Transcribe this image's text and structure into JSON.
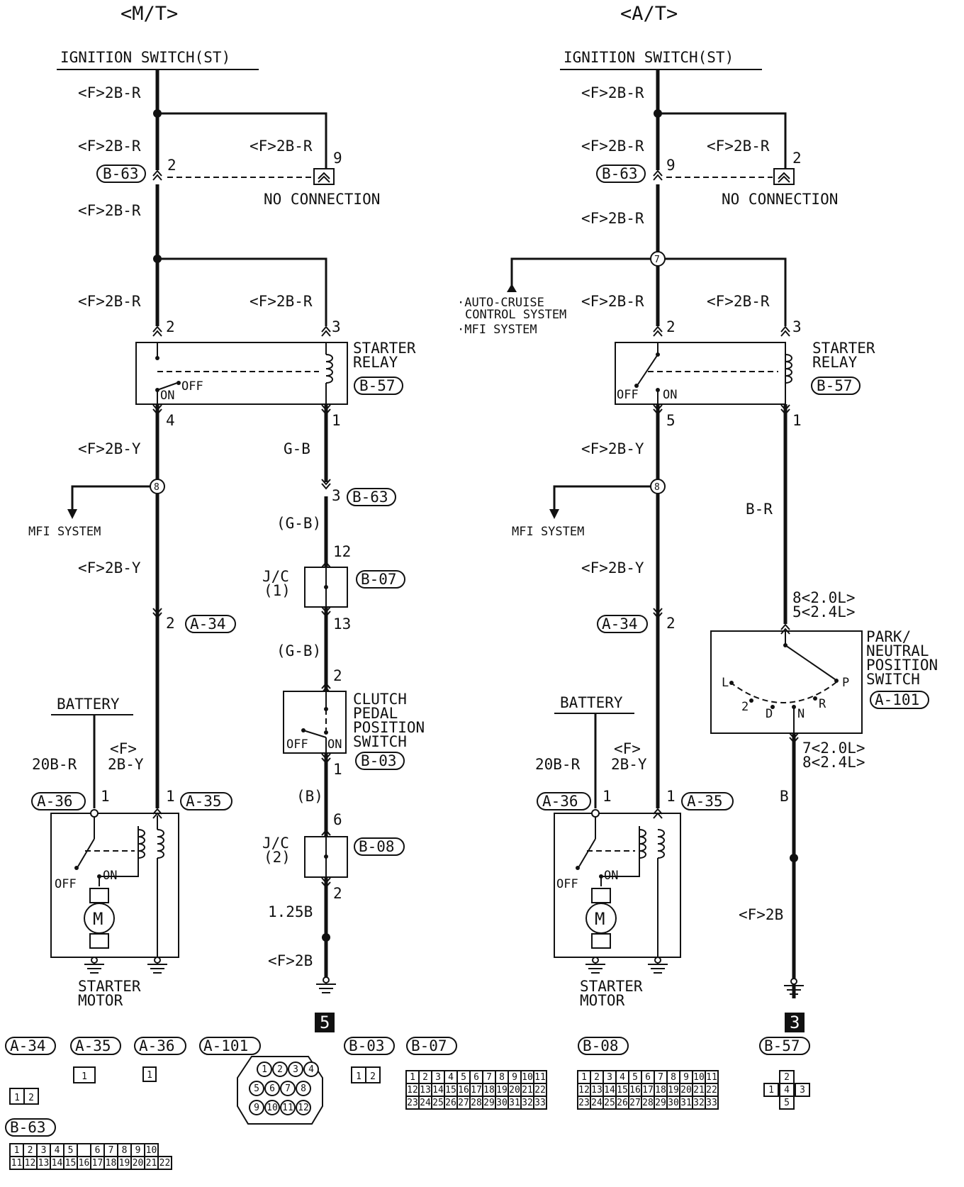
{
  "mt": {
    "heading": "<M/T>",
    "ign": "IGNITION SWITCH(ST)",
    "w_f2br": "<F>2B-R",
    "w_f2by": "<F>2B-Y",
    "b63": "B-63",
    "b57": "B-57",
    "b07": "B-07",
    "b08": "B-08",
    "b03": "B-03",
    "a34": "A-34",
    "a35": "A-35",
    "a36": "A-36",
    "pin2": "2",
    "pin9": "9",
    "pin3": "3",
    "pin4": "4",
    "pin1": "1",
    "pin12": "12",
    "pin13": "13",
    "pin6": "6",
    "no_conn": "NO CONNECTION",
    "relay1": "STARTER",
    "relay2": "RELAY",
    "off": "OFF",
    "on": "ON",
    "gb": "G-B",
    "gb_p": "(G-B)",
    "b_p": "(B)",
    "mfi": "MFI SYSTEM",
    "jc1a": "J/C",
    "jc1b": "(1)",
    "jc2a": "J/C",
    "jc2b": "(2)",
    "clutch1": "CLUTCH",
    "clutch2": "PEDAL",
    "clutch3": "POSITION",
    "clutch4": "SWITCH",
    "battery": "BATTERY",
    "w20br": "20B-R",
    "wf": "<F>",
    "w2by": "2B-Y",
    "motor1": "STARTER",
    "motor2": "MOTOR",
    "m": "M",
    "w125b": "1.25B",
    "wf2b": "<F>2B",
    "ground_no": "5"
  },
  "at": {
    "heading": "<A/T>",
    "ign": "IGNITION SWITCH(ST)",
    "w_f2br": "<F>2B-R",
    "w_f2by": "<F>2B-Y",
    "b63": "B-63",
    "b57": "B-57",
    "a34": "A-34",
    "a35": "A-35",
    "a36": "A-36",
    "a101": "A-101",
    "pin9": "9",
    "pin2": "2",
    "pin3": "3",
    "pin5": "5",
    "pin1": "1",
    "node7": "7",
    "node8": "8",
    "no_conn": "NO CONNECTION",
    "cruise1": "·AUTO-CRUISE",
    "cruise2": "CONTROL SYSTEM",
    "cruise3": "·MFI SYSTEM",
    "relay1": "STARTER",
    "relay2": "RELAY",
    "off": "OFF",
    "on": "ON",
    "mfi": "MFI SYSTEM",
    "br": "B-R",
    "p8": "8<2.0L>",
    "p5": "5<2.4L>",
    "pn1": "PARK/",
    "pn2": "NEUTRAL",
    "pn3": "POSITION",
    "pn4": "SWITCH",
    "pl": "L",
    "p2": "2",
    "pd": "D",
    "pn": "N",
    "pr": "R",
    "pp": "P",
    "p7": "7<2.0L>",
    "p8b": "8<2.4L>",
    "b": "B",
    "battery": "BATTERY",
    "w20br": "20B-R",
    "wf": "<F>",
    "w2by": "2B-Y",
    "motor1": "STARTER",
    "motor2": "MOTOR",
    "m": "M",
    "wf2b": "<F>2B",
    "ground_no": "3"
  },
  "legend": {
    "a34": "A-34",
    "a35": "A-35",
    "a36": "A-36",
    "a101": "A-101",
    "b03": "B-03",
    "b07": "B-07",
    "b08": "B-08",
    "b57": "B-57",
    "b63": "B-63",
    "a34_pins": [
      "1",
      "2"
    ],
    "a35_pins": [
      "1"
    ],
    "a36_pins": [
      "1"
    ],
    "a101_row1": [
      "1",
      "2",
      "3",
      "4"
    ],
    "a101_row2": [
      "5",
      "6",
      "7",
      "8"
    ],
    "a101_row3": [
      "9",
      "10",
      "11",
      "12"
    ],
    "b03_pins": [
      "1",
      "2"
    ],
    "b07_row1": [
      "1",
      "2",
      "3",
      "4",
      "5",
      "6",
      "7",
      "8",
      "9",
      "10",
      "11"
    ],
    "b07_row2": [
      "12",
      "13",
      "14",
      "15",
      "16",
      "17",
      "18",
      "19",
      "20",
      "21",
      "22"
    ],
    "b07_row3": [
      "23",
      "24",
      "25",
      "26",
      "27",
      "28",
      "29",
      "30",
      "31",
      "32",
      "33"
    ],
    "b57_pins": [
      "1",
      "2",
      "3",
      "4",
      "5"
    ],
    "b63_row1": [
      "1",
      "2",
      "3",
      "4",
      "5",
      "",
      "6",
      "7",
      "8",
      "9",
      "10"
    ],
    "b63_row2": [
      "11",
      "12",
      "13",
      "14",
      "15",
      "16",
      "17",
      "18",
      "19",
      "20",
      "21",
      "22"
    ]
  }
}
